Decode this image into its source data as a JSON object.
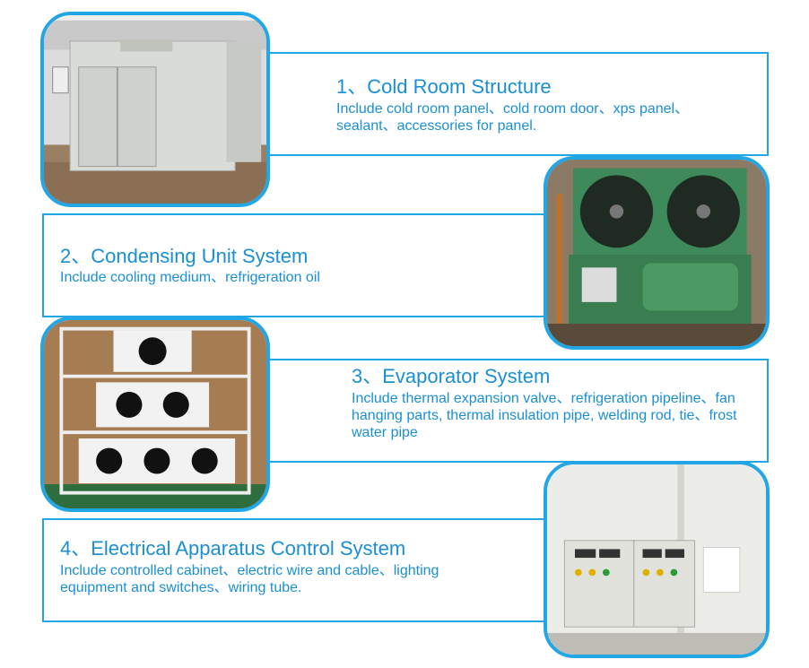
{
  "sections": [
    {
      "title": "1、Cold Room Structure",
      "description": "Include cold room panel、cold room door、xps panel、sealant、accessories for panel.",
      "photo_icon": "cold-room-photo"
    },
    {
      "title": "2、Condensing Unit System",
      "description": "Include cooling medium、refrigeration oil",
      "photo_icon": "condensing-unit-photo"
    },
    {
      "title": "3、Evaporator System",
      "description": "Include thermal expansion valve、refrigeration pipeline、fan hanging parts, thermal insulation pipe, welding rod, tie、frost water pipe",
      "photo_icon": "evaporator-photo"
    },
    {
      "title": "4、Electrical Apparatus Control System",
      "description": "Include controlled cabinet、electric wire and cable、lighting equipment and switches、wiring tube.",
      "photo_icon": "control-cabinet-photo"
    }
  ],
  "colors": {
    "accent": "#22a6e6",
    "text": "#1a8fd6"
  }
}
